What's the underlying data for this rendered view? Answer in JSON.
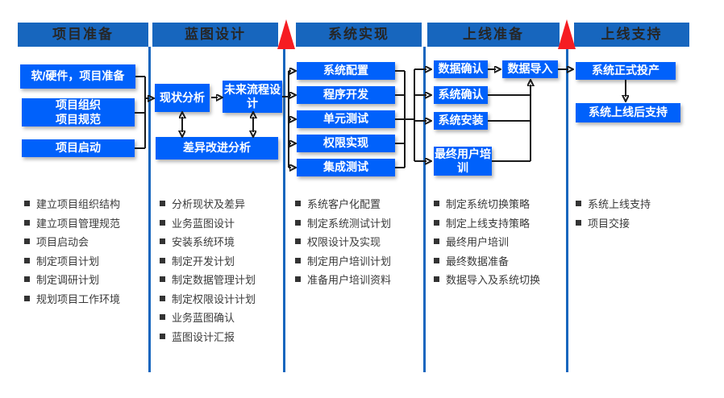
{
  "ui": {
    "colors": {
      "header_blue": "#1766BE",
      "box_blue": "#0061FB",
      "milestone_red": "#F61D22",
      "connector_black": "#1a1a1a",
      "task_text": "#3a3a3a"
    }
  },
  "phases": [
    {
      "title": "项目准备",
      "boxes": [
        "软/硬件，项目准备",
        "项目组织\n项目规范",
        "项目启动"
      ],
      "tasks": [
        "建立项目组织结构",
        "建立项目管理规范",
        "项目启动会",
        "制定项目计划",
        "制定调研计划",
        "规划项目工作环境"
      ]
    },
    {
      "title": "蓝图设计",
      "boxes": [
        "现状分析",
        "未来流程设计",
        "差异改进分析"
      ],
      "tasks": [
        "分析现状及差异",
        "业务蓝图设计",
        "安装系统环境",
        "制定开发计划",
        "制定数据管理计划",
        "制定权限设计计划",
        "业务蓝图确认",
        "蓝图设计汇报"
      ]
    },
    {
      "title": "系统实现",
      "boxes": [
        "系统配置",
        "程序开发",
        "单元测试",
        "权限实现",
        "集成测试"
      ],
      "tasks": [
        "系统客户化配置",
        "制定系统测试计划",
        "权限设计及实现",
        "制定用户培训计划",
        "准备用户培训资料"
      ]
    },
    {
      "title": "上线准备",
      "boxes": [
        "数据确认",
        "数据导入",
        "系统确认",
        "系统安装",
        "最终用户培训"
      ],
      "tasks": [
        "制定系统切换策略",
        "制定上线支持策略",
        "最终用户培训",
        "最终数据准备",
        "数据导入及系统切换"
      ]
    },
    {
      "title": "上线支持",
      "boxes": [
        "系统正式投产",
        "系统上线后支持"
      ],
      "tasks": [
        "系统上线支持",
        "项目交接"
      ]
    }
  ]
}
